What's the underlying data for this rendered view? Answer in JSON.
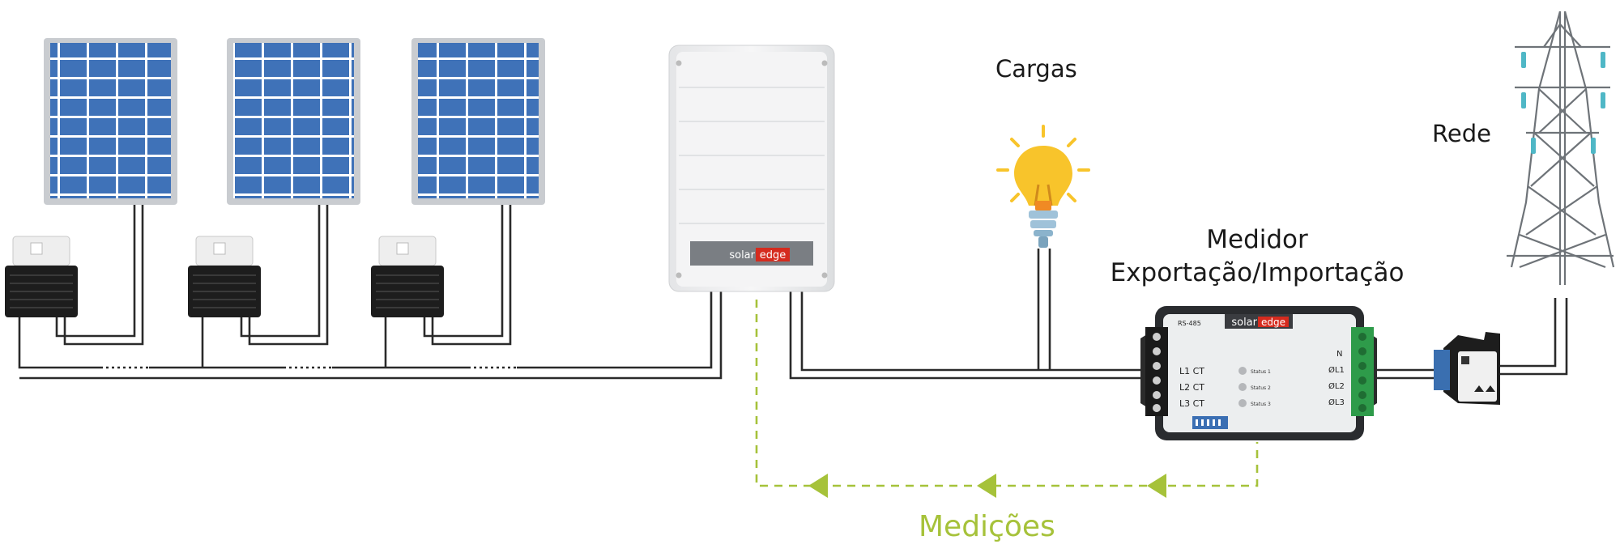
{
  "labels": {
    "loads": "Cargas",
    "grid": "Rede",
    "meter_line1": "Medidor",
    "meter_line2": "Exportação/Importação",
    "measurements": "Medições"
  },
  "inverter": {
    "brand_left": "solar",
    "brand_right": "edge"
  },
  "meter": {
    "brand_left": "solar",
    "brand_right": "edge",
    "port_label": "RS-485",
    "ct_labels": [
      "L1 CT",
      "L2 CT",
      "L3 CT"
    ],
    "status_labels": [
      "Status 1",
      "Status 2",
      "Status 3"
    ],
    "terminal_labels": [
      "N",
      "ØL1",
      "ØL2",
      "ØL3"
    ]
  },
  "colors": {
    "panel_cell": "#3f72b8",
    "panel_frame": "#c9ccd0",
    "wire": "#2a2a2a",
    "measurement_green": "#a6c23a",
    "inverter_body": "#f1f1f1",
    "inverter_band": "#7a7e83",
    "brand_red": "#d52b1e",
    "meter_green_terminal": "#2e9b4a",
    "bulb_yellow": "#f8c42b",
    "bulb_base": "#9fc2d9",
    "tower": "#6e7378",
    "insulator": "#4fb7c6"
  },
  "icons": [
    "solar-panel-icon",
    "power-optimizer-icon",
    "inverter-icon",
    "light-bulb-icon",
    "energy-meter-icon",
    "current-transformer-icon",
    "transmission-tower-icon",
    "arrow-left-icon"
  ]
}
